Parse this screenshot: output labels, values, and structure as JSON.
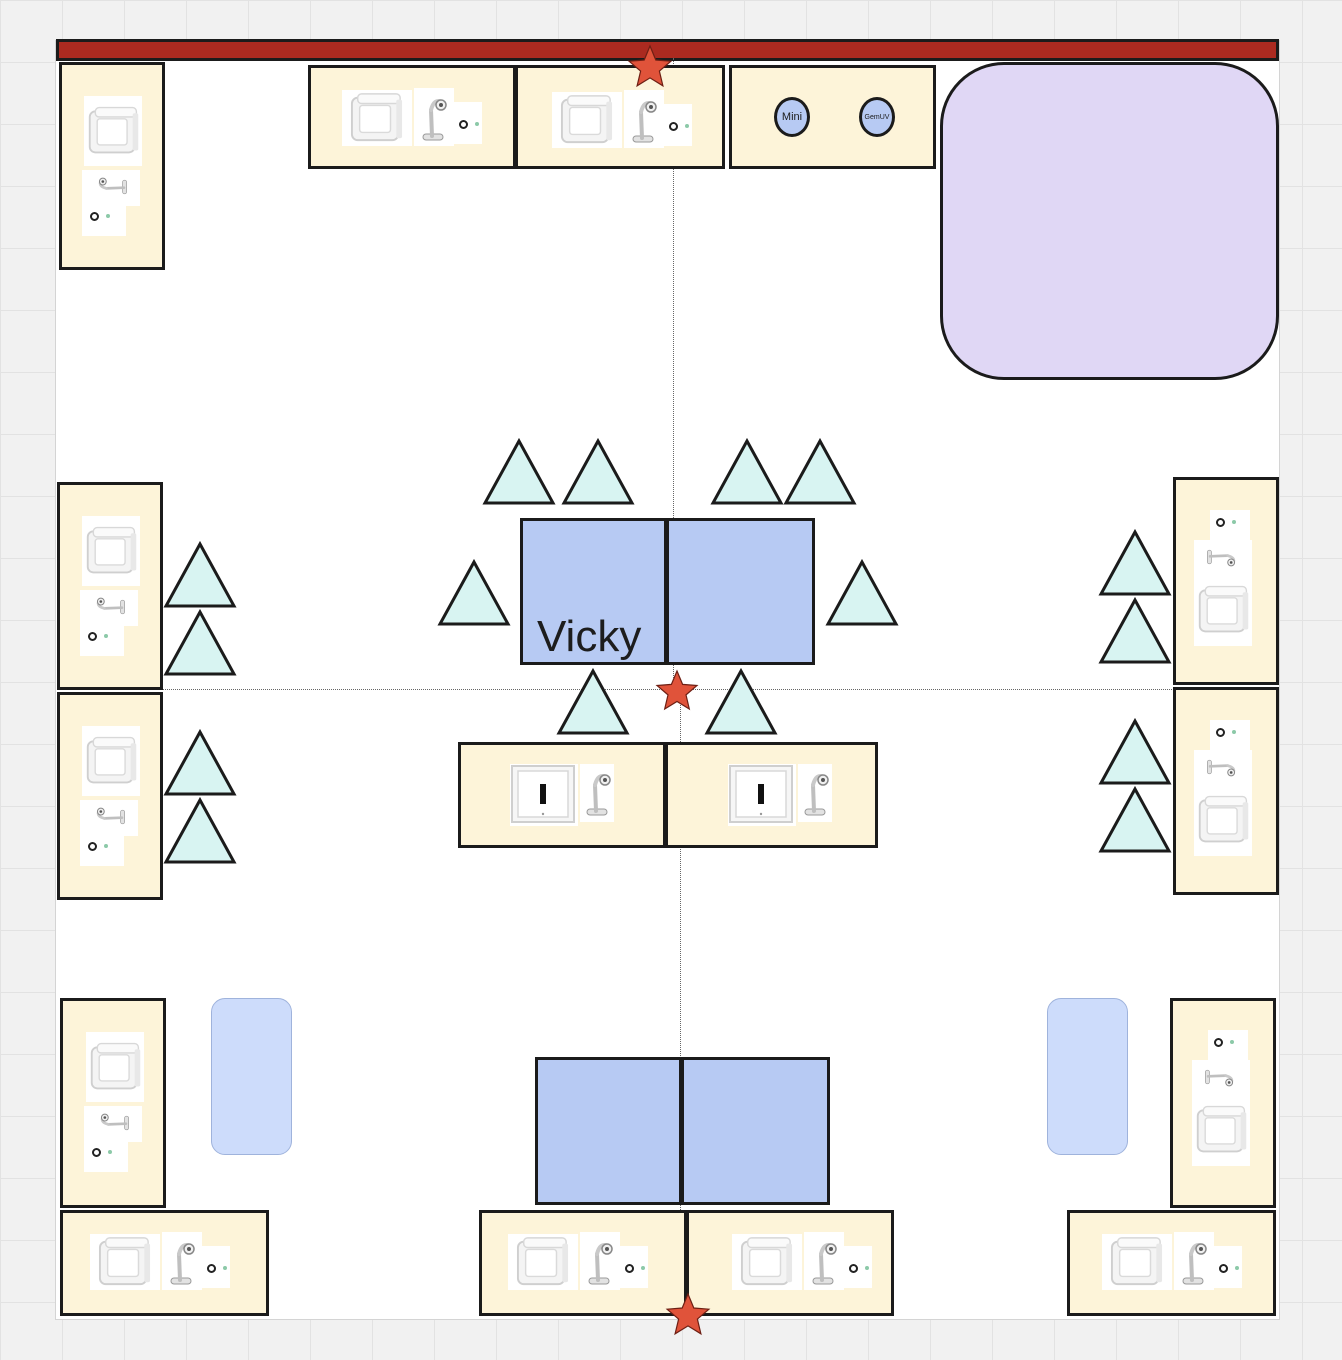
{
  "labels": {
    "station_name": "Vicky",
    "device_mini": "Mini",
    "device_gemuv": "GemUV"
  },
  "colors": {
    "wall": "#ab2a20",
    "bench": "#fdf4d9",
    "table": "#b7caf3",
    "cart": "#cddcfb",
    "lounge": "#e0d7f5",
    "seat": "#d8f4f2",
    "star": "#e0533a",
    "outline": "#1b1b1b"
  },
  "icons": [
    "printer-box-icon",
    "magnifier-lamp-icon",
    "ring-light-icon",
    "wall-panel-icon",
    "seat-triangle-icon",
    "marker-star-icon"
  ]
}
